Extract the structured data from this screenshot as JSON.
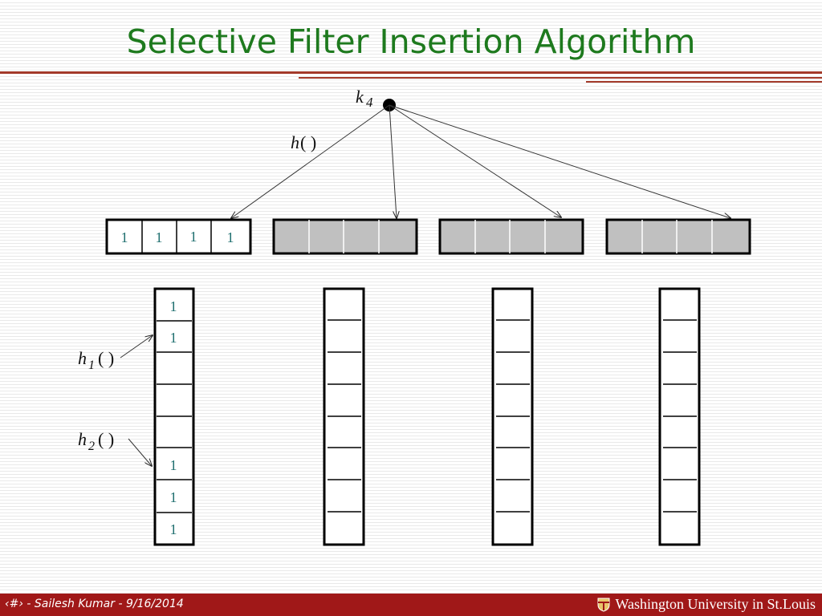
{
  "title": "Selective Filter Insertion Algorithm",
  "diagram": {
    "key_label": "k",
    "key_subscript": "4",
    "hash_label": "h",
    "hash_paren": "( )",
    "h1_label": "h",
    "h1_subscript": "1",
    "h1_paren": "( )",
    "h2_label": "h",
    "h2_subscript": "2",
    "h2_paren": "( )",
    "top_row_values": [
      "1",
      "1",
      "1",
      "1"
    ],
    "left_column_values": [
      "1",
      "1",
      "",
      "",
      "",
      "1",
      "1",
      "1"
    ]
  },
  "footer": {
    "slide_num": "‹#›",
    "text": " - Sailesh Kumar - 9/16/2014",
    "university": "Washington University in St.Louis"
  },
  "colors": {
    "title": "#1e7a1e",
    "footer_bg": "#a01818",
    "cell_text": "#1f6f6f",
    "gray_cell": "#c0c0c0"
  }
}
